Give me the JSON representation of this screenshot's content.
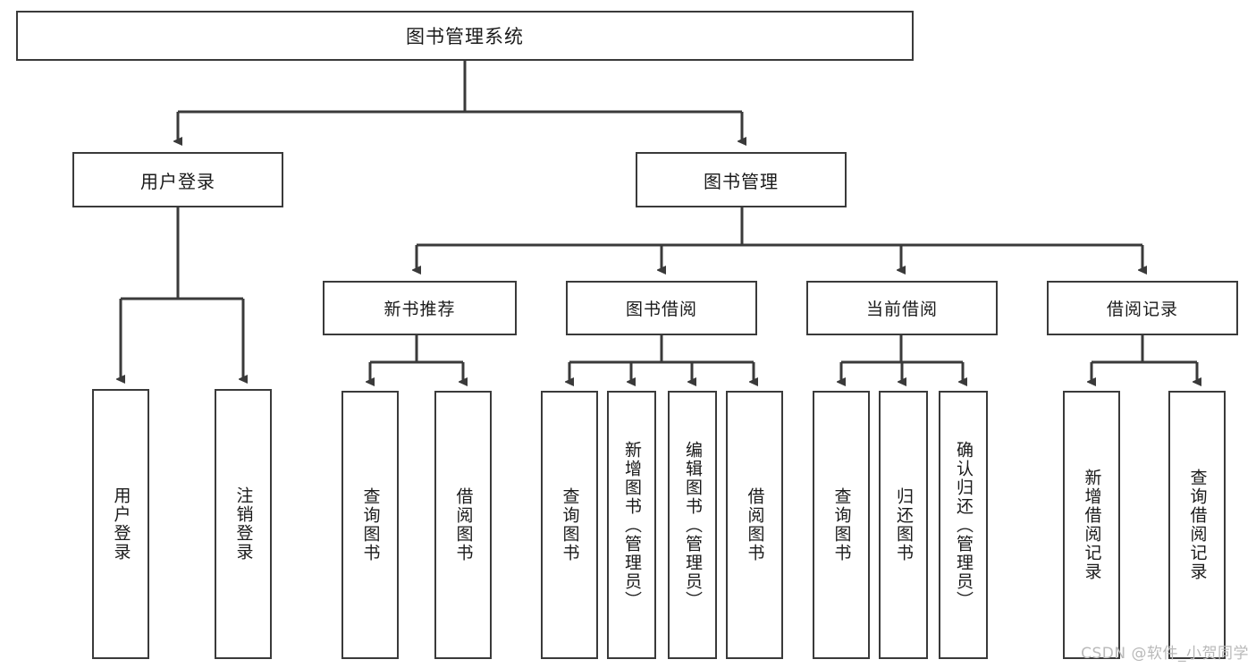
{
  "diagram": {
    "title": "图书管理系统",
    "type": "tree",
    "stroke_color": "#3a3a3a",
    "text_color": "#1a1a1a",
    "background_color": "#ffffff",
    "watermark": "CSDN @软件_小贺同学"
  },
  "root": {
    "label": "图书管理系统"
  },
  "level2": [
    {
      "label": "用户登录"
    },
    {
      "label": "图书管理"
    }
  ],
  "level3": [
    {
      "label": "新书推荐"
    },
    {
      "label": "图书借阅"
    },
    {
      "label": "当前借阅"
    },
    {
      "label": "借阅记录"
    }
  ],
  "leaves": {
    "user_login": [
      {
        "label": "用户登录"
      },
      {
        "label": "注销登录"
      }
    ],
    "new_book_recommend": [
      {
        "label": "查询图书"
      },
      {
        "label": "借阅图书"
      }
    ],
    "book_borrow": [
      {
        "label": "查询图书"
      },
      {
        "label": "新增图书（管理员）"
      },
      {
        "label": "编辑图书（管理员）"
      },
      {
        "label": "借阅图书"
      }
    ],
    "current_borrow": [
      {
        "label": "查询图书"
      },
      {
        "label": "归还图书"
      },
      {
        "label": "确认归还（管理员）"
      }
    ],
    "borrow_record": [
      {
        "label": "新增借阅记录"
      },
      {
        "label": "查询借阅记录"
      }
    ]
  }
}
